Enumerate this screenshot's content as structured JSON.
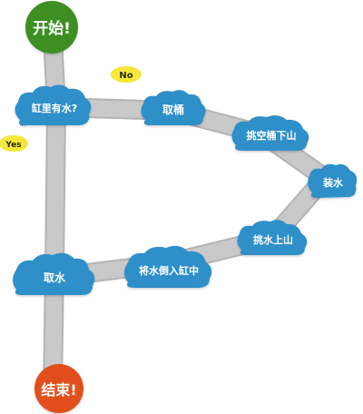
{
  "start": {
    "label": "开始!",
    "color": "#3c8f23"
  },
  "end": {
    "label": "结束!",
    "color": "#e24f1b"
  },
  "decision": {
    "label": "缸里有水?"
  },
  "steps": {
    "fetch_bucket": "取桶",
    "carry_bucket_down": "挑空桶下山",
    "fill_water": "装水",
    "carry_water_up": "挑水上山",
    "pour_into_vat": "将水倒入缸中",
    "take_water": "取水"
  },
  "branches": {
    "no": "No",
    "yes": "Yes"
  },
  "colors": {
    "cloud": "#2f8fc9",
    "cloud_highlight": "#4aa7db",
    "path": "#c9c9c9",
    "path_edge": "#b3b3b3",
    "tag": "#f4e83a"
  }
}
